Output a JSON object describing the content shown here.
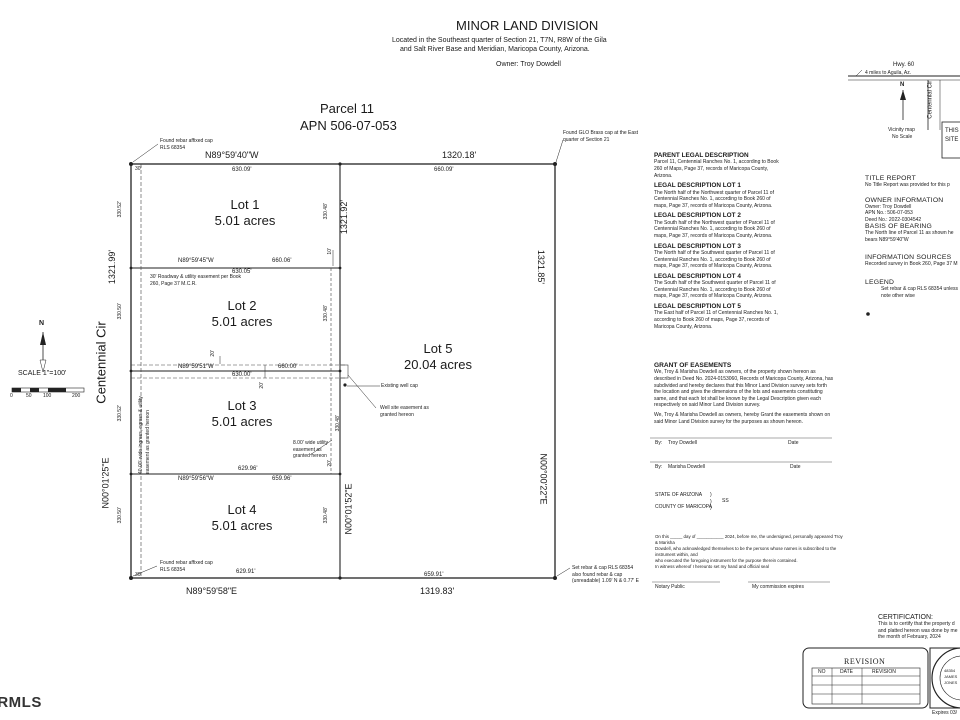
{
  "title": {
    "main": "MINOR LAND DIVISION",
    "line1": "Located in the Southeast quarter of Section 21, T7N, R8W of the Gila",
    "line2": "and Salt River Base and Meridian, Maricopa County, Arizona.",
    "owner": "Owner: Troy Dowdell"
  },
  "parcel": {
    "name": "Parcel 11",
    "apn": "APN 506-07-053"
  },
  "street": "Centennial Cir",
  "lots": [
    {
      "name": "Lot 1",
      "area": "5.01 acres"
    },
    {
      "name": "Lot 2",
      "area": "5.01 acres"
    },
    {
      "name": "Lot 3",
      "area": "5.01 acres"
    },
    {
      "name": "Lot 4",
      "area": "5.01 acres"
    },
    {
      "name": "Lot 5",
      "area": "20.04 acres"
    }
  ],
  "bearings": {
    "top": "N89°59'40\"W",
    "bottom": "N89°59'58\"E",
    "left": "N00°01'25\"E",
    "right": "N00°00'22\"E",
    "mid_vertical": "N00°01'52\"E",
    "line_12": "N89°59'45\"W",
    "line_23": "N89°59'51\"W",
    "line_34": "N89°59'56\"W"
  },
  "distances": {
    "top_total": "1320.18'",
    "bottom_total": "1319.83'",
    "left_total": "1321.99'",
    "right_total": "1321.85'",
    "mid_total": "1321.92'",
    "top_west": "630.09'",
    "top_east": "660.09'",
    "l12_west": "630.05'",
    "l12_east": "660.06'",
    "l23_west": "630.00'",
    "l23_east": "660.00'",
    "l34_west": "629.96'",
    "l34_east": "659.96'",
    "bottom_west": "629.91'",
    "bottom_east": "659.91'",
    "seg_330_52": "330.52'",
    "seg_330_50": "330.50'",
    "seg_330_48": "330.48'",
    "seg_330_52b": "330.52'",
    "seg_330_50b": "330.50'",
    "seg_30": "30'",
    "seg_20": "20'",
    "seg_10": "10'"
  },
  "notes": {
    "rebar_nw": "Found rebar affixed cap RLS 68354",
    "glo": "Found GLO Brass cap at the East quarter of Section 21",
    "roadway": "30' Roadway & utility easement per Book 260, Page 37 M.C.R.",
    "well_cap": "Existing well cap",
    "well_site": "Well site easement as granted hereon",
    "utility": "8.00' wide utility easement as granted hereon",
    "ingress": "40.00' wide ingress, egress & utility easement as granted hereon",
    "rebar_sw": "Found rebar affixed cap RLS 68354",
    "rebar_se": "Set rebar & cap RLS 68354 also found rebar & cap (unreadable) 1.09' N & 0.77' E"
  },
  "scale": {
    "label": "SCALE 1\"=100'",
    "ticks": [
      "0",
      "50",
      "100",
      "200"
    ]
  },
  "vicinity": {
    "hwy": "Hwy. 60",
    "aguila": "4 miles to Aguila, Az.",
    "street": "Centennial Cir",
    "caption1": "Vicinity map",
    "caption2": "No Scale",
    "this_site": "THIS",
    "site": "SITE"
  },
  "legal": [
    {
      "heading": "PARENT LEGAL DESCRIPTION",
      "text": "Parcel 11, Centennial Ranches No. 1, according to Book 260 of Maps, Page 37, records of Maricopa County, Arizona."
    },
    {
      "heading": "LEGAL DESCRIPTION LOT 1",
      "text": "The North half of the Northwest quarter of Parcel 11 of Centennial Ranches No. 1, according to Book 260 of maps, Page 37, records of Maricopa County, Arizona."
    },
    {
      "heading": "LEGAL DESCRIPTION LOT 2",
      "text": "The South half of the Northwest quarter of Parcel 11 of Centennial Ranches No. 1, according to Book 260 of maps, Page 37, records of Maricopa County, Arizona."
    },
    {
      "heading": "LEGAL DESCRIPTION LOT 3",
      "text": "The North half of the Southwest quarter of Parcel 11 of Centennial Ranches No. 1, according to Book 260 of maps, Page 37, records of Maricopa County, Arizona."
    },
    {
      "heading": "LEGAL DESCRIPTION LOT 4",
      "text": "The South half of the Southwest quarter of Parcel 11 of Centennial Ranches No. 1, according to Book 260 of maps, Page 37, records of Maricopa County, Arizona."
    },
    {
      "heading": "LEGAL DESCRIPTION LOT 5",
      "text": "The East half of Parcel 11 of Centennial Ranches No. 1, according to Book 260 of maps, Page 37, records of Maricopa County, Arizona."
    }
  ],
  "grant": {
    "heading": "GRANT OF EASEMENTS",
    "p1": "We, Troy & Marisha Dowdell as owners, of the property shown hereon as described in Deed No. 2024-0153060, Records of Maricopa County, Arizona, has subdivided and hereby declares that this Minor Land Division survey sets forth the location and gives the dimensions of the lots and easements constituting same, and that each lot shall be known by the Legal Description given each respectively on said Minor Land Division survey.",
    "p2": "We, Troy & Marisha Dowdell as owners, hereby Grant the easements shown on said Minor Land Division survey for the purposes as shown hereon."
  },
  "signatures": [
    {
      "by": "By:",
      "name": "Troy Dowdell",
      "date": "Date"
    },
    {
      "by": "By:",
      "name": "Marisha Dowdell",
      "date": "Date"
    }
  ],
  "notary": {
    "state": "STATE OF ARIZONA",
    "county": "COUNTY OF MARICOPA",
    "ss": "SS",
    "line1": "On this _____ day of ___________ 2024, before me, the undersigned, personally appeared Troy & Marisha",
    "line2": "Dowdell, who acknowledged themselves to be the persons whose names is subscribed to the instrument within, and",
    "line3": "who executed the foregoing instrument for the purpose therein contained.",
    "line4": "In witness whereof I hereunto set my hand and official seal",
    "public": "Notary Public",
    "expires": "My commission expires"
  },
  "right_col": {
    "title_report": "TITLE REPORT",
    "title_text": "No Title Report was provided for this p",
    "owner_info": "OWNER INFORMATION",
    "owner_lines": [
      "Owner: Troy Dowdell",
      "APN No.: 506-07-053",
      "Deed No.: 2022-0304542"
    ],
    "basis": "BASIS OF BEARING",
    "basis_lines": [
      "The North line of Parcel 11 as shown he",
      "bears N89°59'40\"W"
    ],
    "info_sources": "INFORMATION SOURCES",
    "info_text": "Recorded survey in Book 260, Page 37 M",
    "legend": "LEGEND",
    "legend_lines": [
      "Set rebar & cap RLS 68354 unless",
      "note other wise"
    ]
  },
  "certification": {
    "heading": "CERTIFICATION:",
    "lines": [
      "This is to certify that the property d",
      "and platted hereon was done by me",
      "the month of February, 2024"
    ]
  },
  "revision": {
    "title": "REVISION",
    "cols": [
      "NO",
      "DATE",
      "REVISION"
    ]
  },
  "seal": {
    "lines": [
      "48354",
      "JAMES",
      "JONES"
    ],
    "expires": "Expires 03/"
  },
  "watermark": "ARMLS"
}
